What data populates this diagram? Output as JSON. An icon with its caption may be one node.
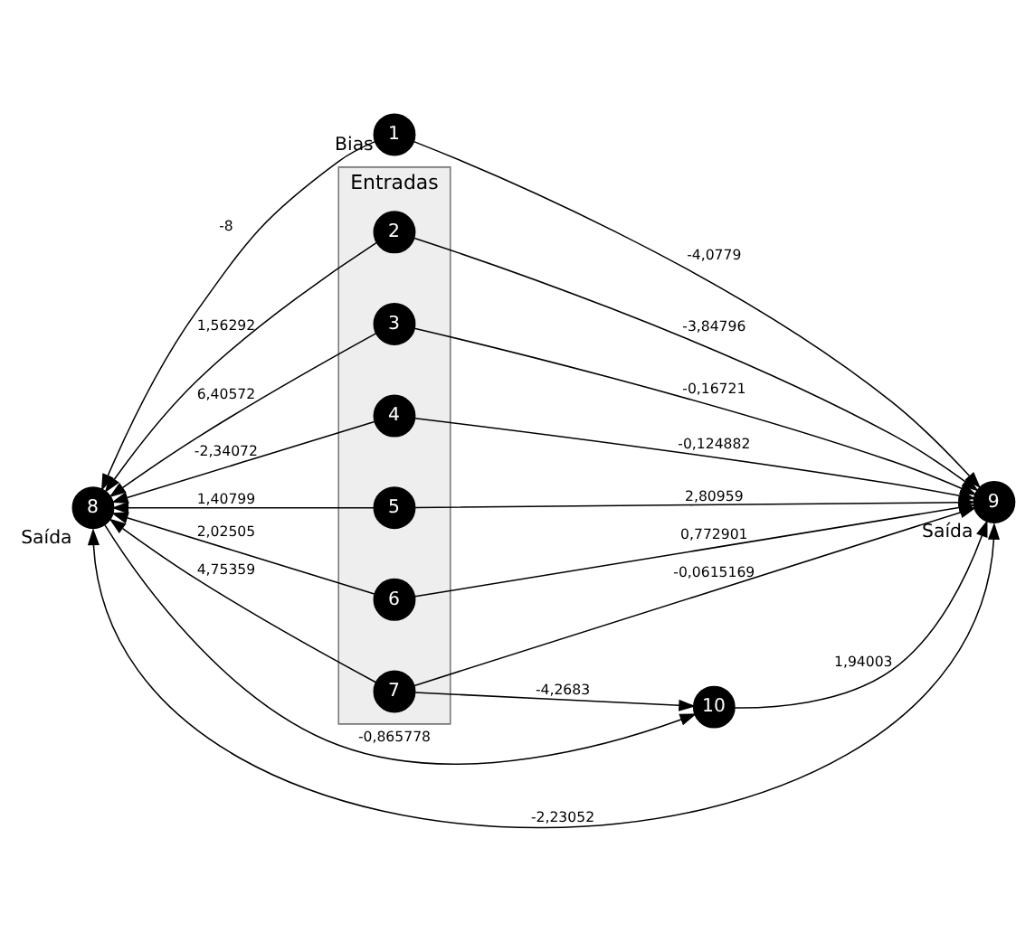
{
  "diagram": {
    "nodes": [
      {
        "text": [
          "1"
        ],
        "beside": [
          "Bias"
        ]
      },
      {
        "text": [
          "Entradas"
        ]
      },
      {
        "text": [
          "2"
        ],
        "in": 1
      },
      {
        "text": [
          "3"
        ],
        "in": 1
      },
      {
        "text": [
          "4"
        ],
        "in": 1
      },
      {
        "text": [
          "5"
        ],
        "in": 1
      },
      {
        "text": [
          "6"
        ],
        "in": 1
      },
      {
        "text": [
          "7"
        ],
        "in": 1
      },
      {
        "text": [
          "8"
        ],
        "beside": [
          "Saída"
        ]
      },
      {
        "text": [
          "9"
        ],
        "beside": [
          "Saída"
        ]
      },
      {
        "text": [
          "10"
        ]
      }
    ],
    "edges": [
      {
        "from": 0,
        "to": 8,
        "arrow": "to",
        "label": "-8"
      },
      {
        "from": 0,
        "to": 9,
        "arrow": "to",
        "label": "-4,0779"
      },
      {
        "from": 2,
        "to": 8,
        "arrow": "to",
        "label": "1,56292"
      },
      {
        "from": 2,
        "to": 9,
        "arrow": "to",
        "label": "-3,84796"
      },
      {
        "from": 3,
        "to": 8,
        "arrow": "to",
        "label": "6,40572"
      },
      {
        "from": 3,
        "to": 9,
        "arrow": "to",
        "label": "-0,16721"
      },
      {
        "from": 8,
        "to": 9,
        "arrow": "both",
        "label": "-2,23052"
      },
      {
        "from": 4,
        "to": 8,
        "arrow": "to",
        "label": "-2,34072"
      },
      {
        "from": 4,
        "to": 9,
        "arrow": "to",
        "label": "-0,124882"
      },
      {
        "from": 5,
        "to": 8,
        "arrow": "to",
        "label": "1,40799"
      },
      {
        "from": 5,
        "to": 9,
        "arrow": "to",
        "label": "2,80959"
      },
      {
        "from": 6,
        "to": 8,
        "arrow": "to",
        "label": "2,02505"
      },
      {
        "from": 6,
        "to": 9,
        "arrow": "to",
        "label": "0,772901"
      },
      {
        "from": 7,
        "to": 8,
        "arrow": "to",
        "label": "4,75359"
      },
      {
        "from": 7,
        "to": 9,
        "arrow": "to",
        "label": "-0,0615169"
      },
      {
        "from": 7,
        "to": 10,
        "arrow": "to",
        "label": "-4,2683"
      },
      {
        "from": 10,
        "to": 9,
        "arrow": "to",
        "label": "1,94003"
      },
      {
        "from": 8,
        "to": 10,
        "arrow": "to",
        "label": "-0,865778"
      }
    ]
  }
}
